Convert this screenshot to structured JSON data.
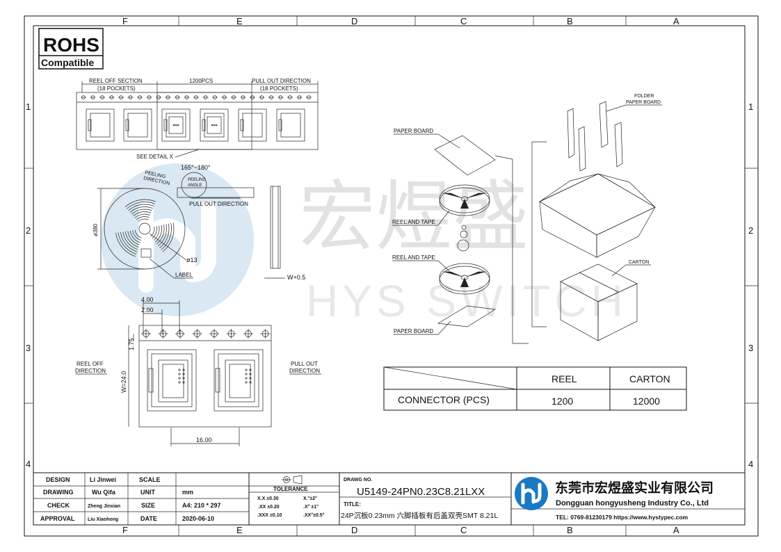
{
  "rohs": {
    "line1": "ROHS",
    "line2": "Compatible"
  },
  "border": {
    "cols_top": [
      "F",
      "E",
      "D",
      "C",
      "B",
      "A"
    ],
    "cols_bottom": [
      "F",
      "E",
      "D",
      "C",
      "B",
      "A"
    ],
    "rows_left": [
      "1",
      "2",
      "3",
      "4"
    ],
    "rows_right": [
      "1",
      "2",
      "3",
      "4"
    ]
  },
  "tape": {
    "reel_off_section": "REEL OFF SECTION",
    "reel_off_pockets": "(18 POCKETS)",
    "count": "1200PCS",
    "pull_out_direction": "PULL OUT DIRECTION",
    "pull_out_pockets": "(18 POCKETS)",
    "see_detail": "SEE DETAIL X"
  },
  "reel": {
    "peeling_direction": "PEELING DIRECTION",
    "peeling_angle": "PEELING ANGLE",
    "angle": "165°~180°",
    "pull_out": "PULL OUT DIRECTION",
    "diameter": "ø380",
    "hub": "ø13",
    "label": "LABEL",
    "width": "W+0.5"
  },
  "detail": {
    "pitch": "4.00",
    "half_pitch": "2.00",
    "offset": "1.75",
    "width": "W=24.0",
    "pocket_pitch": "16.00",
    "reel_off": "REEL OFF",
    "reel_off_2": "DIRECTION",
    "pull_out": "PULL OUT",
    "pull_out_2": "DIRECTION"
  },
  "packing": {
    "folder": "FOLDER",
    "paper_board_1": "PAPER BOARD",
    "paper_board": "PAPER BOARD",
    "reel_and_tape": "REEL AND TAPE",
    "carton": "CARTON"
  },
  "watermark": {
    "cn": "宏煜盛",
    "en": "HYS SWITCH"
  },
  "qty_table": {
    "headers": [
      "REEL",
      "CARTON"
    ],
    "row_label": "CONNECTOR (PCS)",
    "values": [
      "1200",
      "12000"
    ]
  },
  "title_block": {
    "rows": [
      {
        "label": "DESIGN",
        "name": "Li Jinwei",
        "field": "SCALE",
        "value": ""
      },
      {
        "label": "DRAWING",
        "name": "Wu Qifa",
        "field": "UNIT",
        "value": "mm"
      },
      {
        "label": "CHECK",
        "name": "Zheng Jinxian",
        "field": "SIZE",
        "value": "A4: 210 * 297"
      },
      {
        "label": "APPROVAL",
        "name": "Liu Xiaohong",
        "field": "DATE",
        "value": "2020-06-10"
      }
    ],
    "tolerance": {
      "title": "TOLERANCE",
      "rows": [
        [
          "X.X  ±0.30",
          "X.°±2°"
        ],
        [
          ".XX  ±0.20",
          ".X° ±1°"
        ],
        [
          ".XXX  ±0.10",
          ".XX°±0.5°"
        ]
      ]
    },
    "dwg_no_label": "DRAWG NO.",
    "dwg_no": "U5149-24PN0.23C8.21LXX",
    "title_label": "TITLE:",
    "title": "24P沉板0.23mm 六脚插板有后盖双壳SMT 8.21L",
    "company_cn": "东莞市宏煜盛实业有限公司",
    "company_en": "Dongguan hongyusheng Industry Co., Ltd",
    "contact": "TEL: 0769-81230179   https://www.hystypec.com"
  }
}
